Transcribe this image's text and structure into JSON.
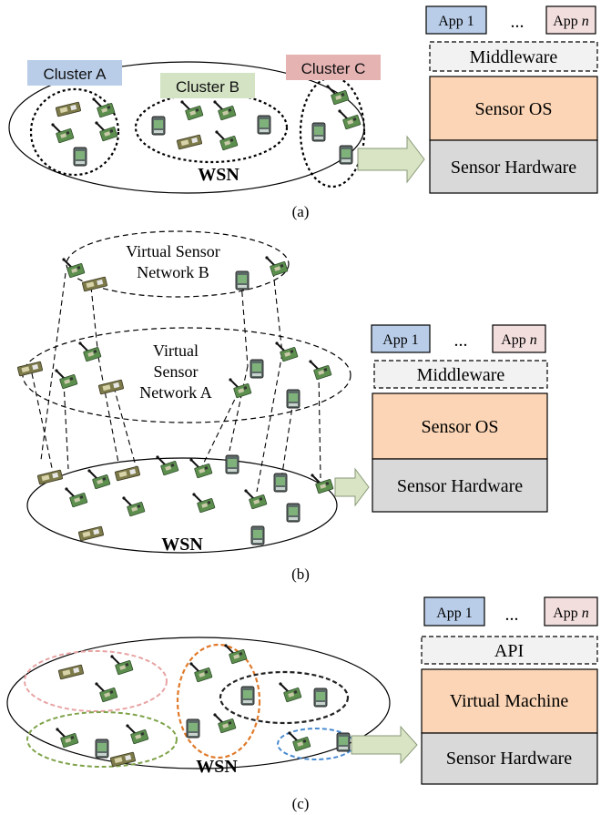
{
  "panels": [
    {
      "id": "a",
      "caption": "(a)",
      "network_label": "WSN",
      "clusters": [
        {
          "label": "Cluster A",
          "color": "#b9cde8"
        },
        {
          "label": "Cluster B",
          "color": "#d4e3c4"
        },
        {
          "label": "Cluster C",
          "color": "#e6b3b3"
        }
      ],
      "stack": {
        "app_first": "App 1",
        "ellipsis": "...",
        "app_last": "App n",
        "middle": "Middleware",
        "os": "Sensor OS",
        "hardware": "Sensor Hardware"
      }
    },
    {
      "id": "b",
      "caption": "(b)",
      "network_label": "WSN",
      "vsn_b": [
        "Virtual Sensor",
        "Network B"
      ],
      "vsn_a": [
        "Virtual",
        "Sensor",
        "Network A"
      ],
      "stack": {
        "app_first": "App 1",
        "ellipsis": "...",
        "app_last": "App n",
        "middle": "Middleware",
        "os": "Sensor OS",
        "hardware": "Sensor Hardware"
      }
    },
    {
      "id": "c",
      "caption": "(c)",
      "network_label": "WSN",
      "group_colors": [
        "#e8a3a3",
        "#7fa34a",
        "#e07a2a",
        "#222222",
        "#4a8bd0"
      ],
      "stack": {
        "app_first": "App 1",
        "ellipsis": "...",
        "app_last": "App n",
        "middle": "API",
        "os": "Virtual Machine",
        "hardware": "Sensor Hardware"
      }
    }
  ],
  "colors": {
    "app_first": "#b9cde8",
    "app_last": "#f3dede",
    "middle": "#f2f2f2",
    "os": "#fbd5b5",
    "hardware": "#d9d9d9",
    "arrow": "#d8e4c4"
  }
}
